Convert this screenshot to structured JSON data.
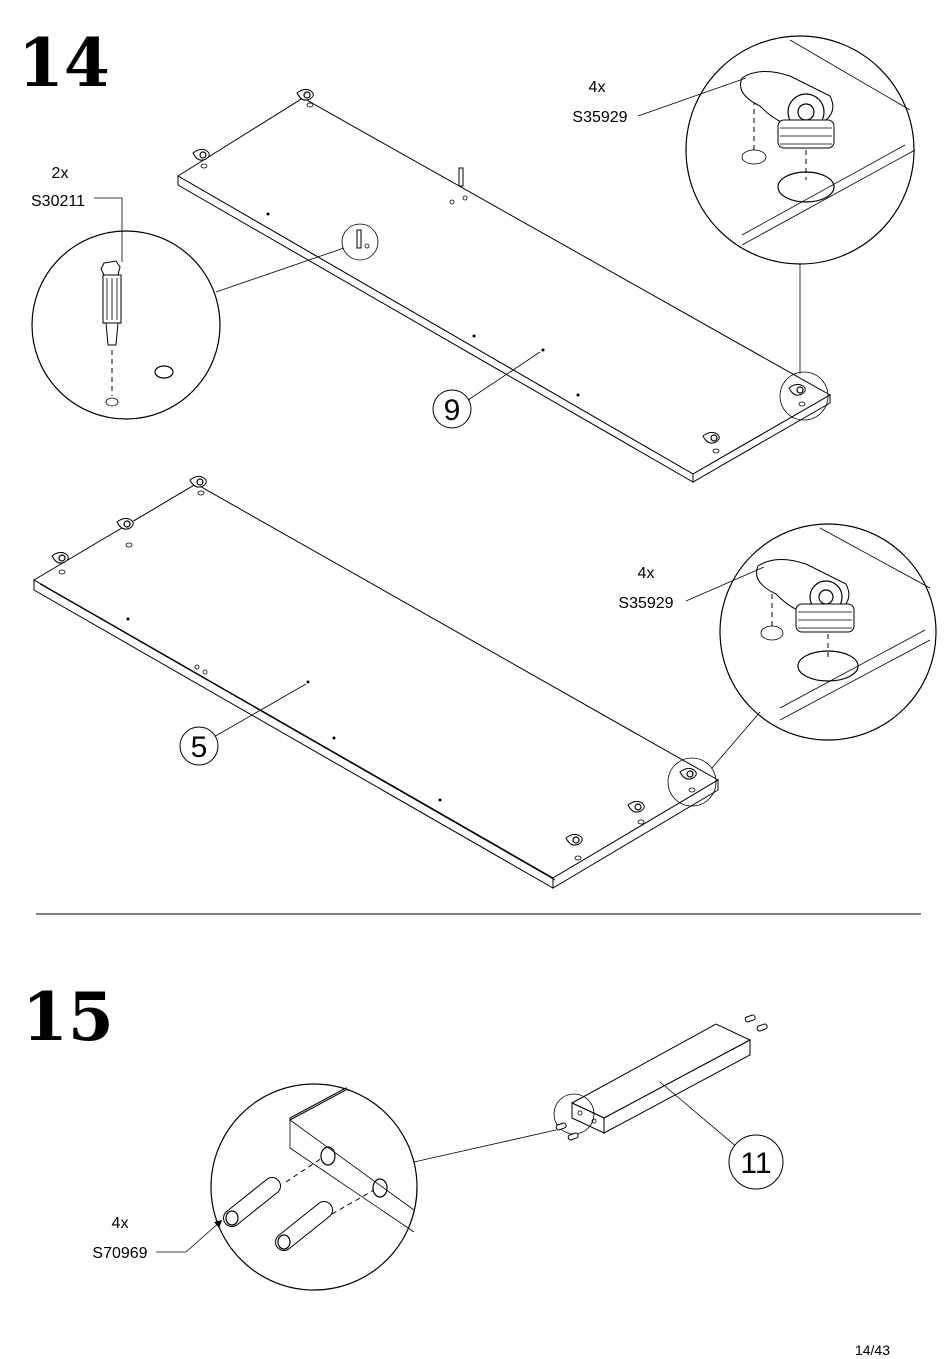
{
  "steps": {
    "step14": "14",
    "step15": "15"
  },
  "callouts": {
    "cam_top": {
      "qty": "4x",
      "code": "S35929"
    },
    "dowel_bolt": {
      "qty": "2x",
      "code": "S30211"
    },
    "cam_bottom": {
      "qty": "4x",
      "code": "S35929"
    },
    "dowels": {
      "qty": "4x",
      "code": "S70969"
    }
  },
  "parts": {
    "panel_top": "9",
    "panel_bottom": "5",
    "rail": "11"
  },
  "footer": {
    "page": "14/43"
  }
}
